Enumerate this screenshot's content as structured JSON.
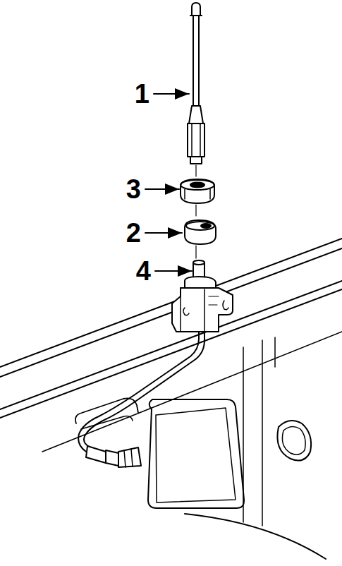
{
  "diagram": {
    "labels": [
      "1",
      "3",
      "2",
      "4"
    ]
  }
}
